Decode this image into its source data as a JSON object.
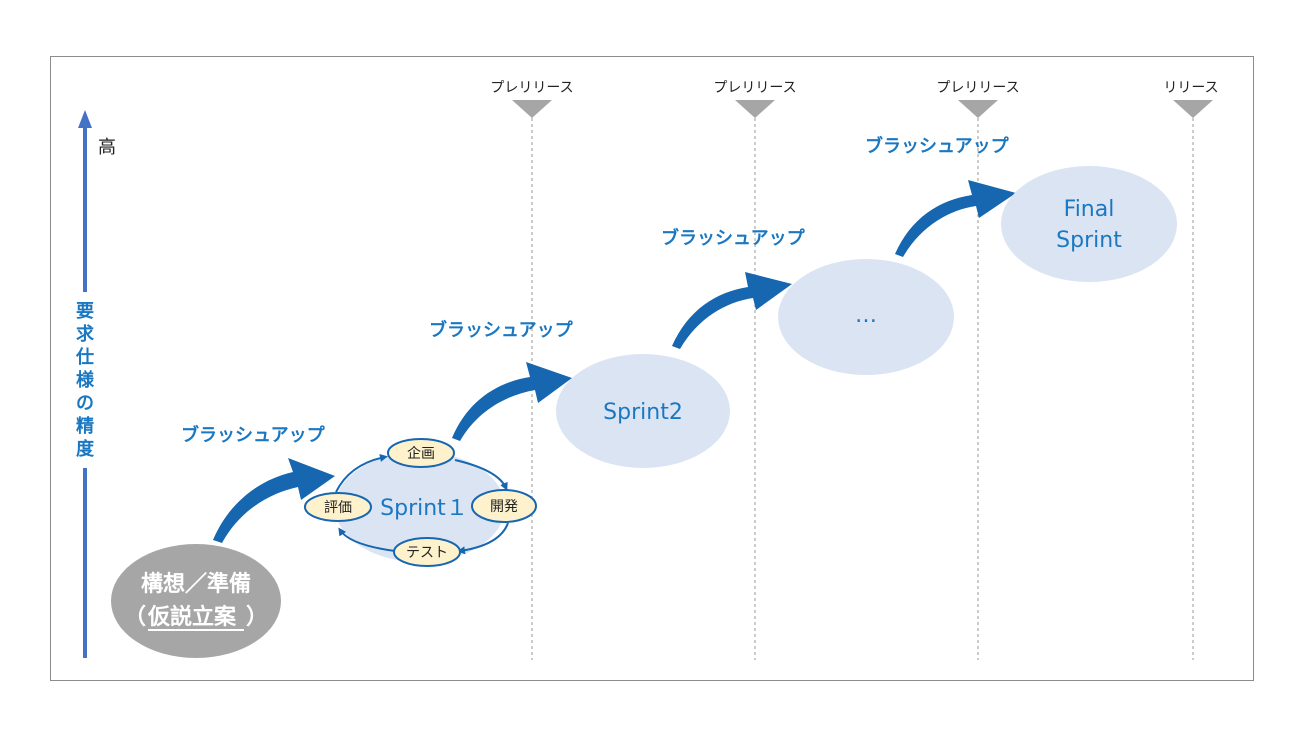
{
  "milestones": [
    {
      "label": "プレリリース"
    },
    {
      "label": "プレリリース"
    },
    {
      "label": "プレリリース"
    },
    {
      "label": "リリース"
    }
  ],
  "axis": {
    "high_label": "高",
    "label_chars": [
      "要",
      "求",
      "仕",
      "様",
      "の",
      "精",
      "度"
    ]
  },
  "brushup_label": "ブラッシュアップ",
  "prep": {
    "line1": "構想／準備",
    "line2_open": "（",
    "line2_main": "仮説立案",
    "line2_close": "）"
  },
  "sprint1": {
    "name": "Sprint１",
    "phases": {
      "plan": "企画",
      "dev": "開発",
      "test": "テスト",
      "eval": "評価"
    }
  },
  "sprint2": {
    "name": "Sprint2"
  },
  "sprint_more": {
    "name": "…"
  },
  "final_sprint": {
    "line1": "Final",
    "line2": "Sprint"
  },
  "colors": {
    "accent_blue": "#1a78c2",
    "arrow_blue": "#1666b0",
    "sprint_fill": "#dbe4f3",
    "prep_fill": "#a6a6a6",
    "phase_fill": "#fdf2cc",
    "milestone_gray": "#a6a6a6"
  }
}
